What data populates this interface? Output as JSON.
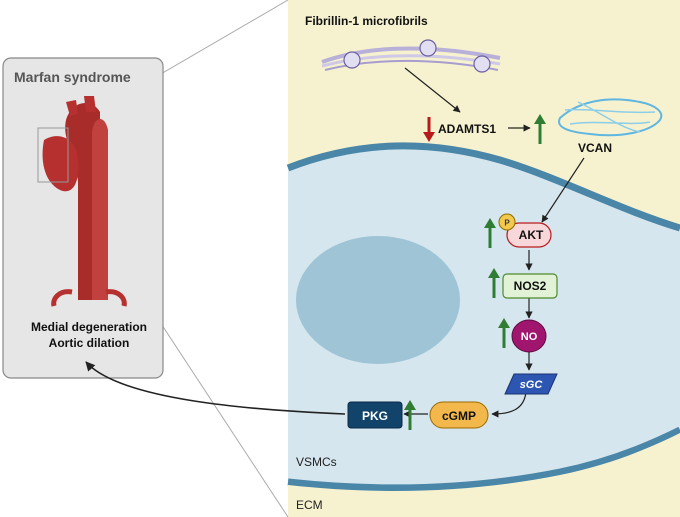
{
  "left_panel": {
    "title": "Marfan syndrome",
    "caption_line1": "Medial degeneration",
    "caption_line2": "Aortic dilation"
  },
  "right_panel": {
    "fibrillin_label": "Fibrillin-1 microfibrils",
    "adamts1_label": "ADAMTS1",
    "vcan_label": "VCAN",
    "p_badge": "P",
    "akt_label": "AKT",
    "nos2_label": "NOS2",
    "no_label": "NO",
    "sgc_label": "sGC",
    "cgmp_label": "cGMP",
    "pkg_label": "PKG",
    "vsmcs_label": "VSMCs",
    "ecm_label": "ECM"
  },
  "colors": {
    "ecm_bg": "#f6f2d0",
    "cell_fill": "#d6e6ee",
    "cell_edge": "#4a86a8",
    "nucleus": "#9ec4d6",
    "up_arrow": "#2e7d32",
    "down_arrow": "#b71c1c",
    "aorta": "#b5302e",
    "left_panel_bg": "#e6e6e6"
  }
}
